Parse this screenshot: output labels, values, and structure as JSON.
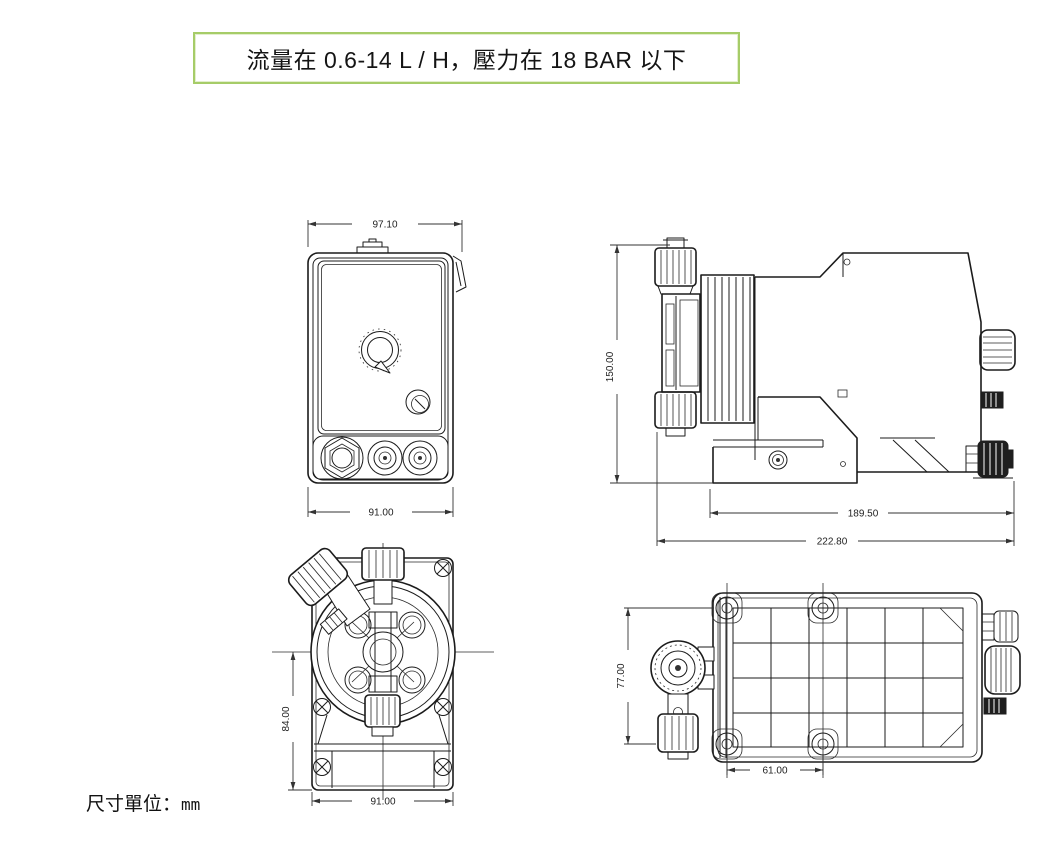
{
  "title": {
    "text": "流量在 0.6-14 L / H，壓力在 18 BAR 以下"
  },
  "unit_note": {
    "label": "尺寸單位：",
    "unit": "mm"
  },
  "views": {
    "front": {
      "dim_top_width": "97.10",
      "dim_bottom_width": "91.00"
    },
    "side": {
      "dim_height": "150.00",
      "dim_mid_length": "189.50",
      "dim_total_length": "222.80"
    },
    "head": {
      "dim_height": "84.00",
      "dim_width": "91.00"
    },
    "top": {
      "dim_height": "77.00",
      "dim_hole_spacing": "61.00"
    }
  },
  "colors": {
    "title_border": "#a6cc68",
    "line": "#1b1b1b",
    "dim_text": "#222222",
    "background": "#ffffff"
  }
}
